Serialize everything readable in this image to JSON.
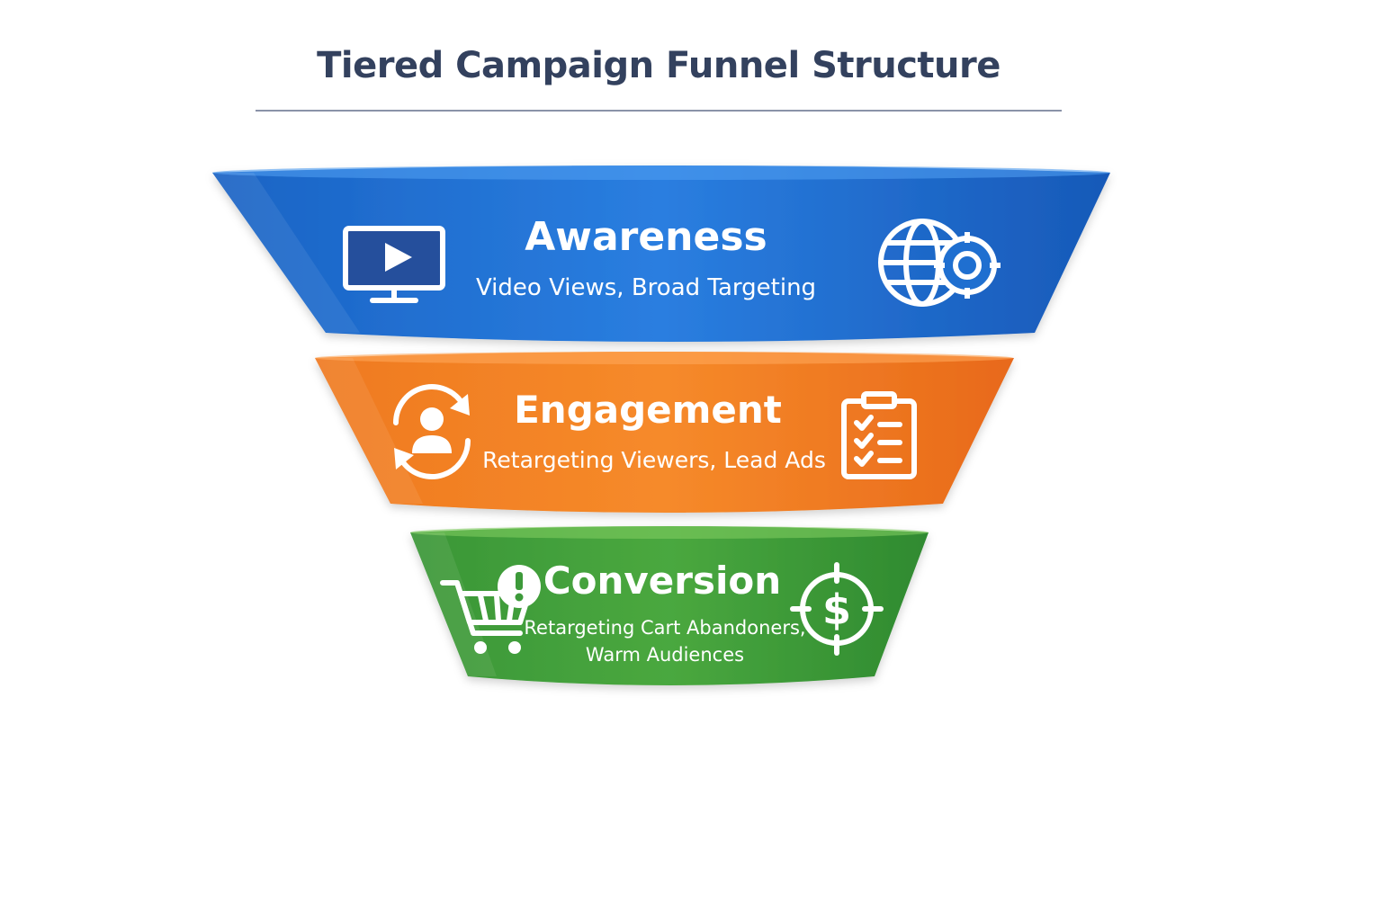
{
  "title": "Tiered Campaign Funnel Structure",
  "colors": {
    "awareness": "#1f6fd0",
    "engagement": "#f07a1f",
    "conversion": "#3d9a3a",
    "title": "#33415e"
  },
  "tiers": [
    {
      "name": "Awareness",
      "description": [
        "Video Views, Broad Targeting"
      ],
      "left_icon": "video-monitor-icon",
      "right_icon": "globe-target-icon"
    },
    {
      "name": "Engagement",
      "description": [
        "Retargeting Viewers, Lead Ads"
      ],
      "left_icon": "user-cycle-icon",
      "right_icon": "clipboard-checklist-icon"
    },
    {
      "name": "Conversion",
      "description": [
        "Retargeting Cart Abandoners,",
        "Warm Audiences"
      ],
      "left_icon": "cart-alert-icon",
      "right_icon": "dollar-target-icon"
    }
  ]
}
